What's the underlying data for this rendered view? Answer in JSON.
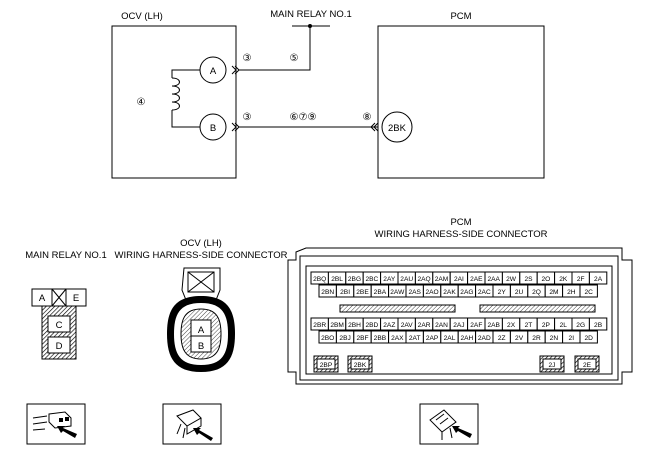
{
  "circuit": {
    "ocv_label": "OCV (LH)",
    "main_relay_label": "MAIN RELAY NO.1",
    "pcm_label": "PCM",
    "terminal_a": "A",
    "terminal_b": "B",
    "terminal_2bk": "2BK",
    "mark_a": "③",
    "mark_b": "③",
    "mark_relay": "⑤",
    "mark_coil": "④",
    "mark_wire_b": "⑥⑦⑨",
    "mark_pcm": "⑧"
  },
  "connectors": {
    "main_relay": {
      "title": "MAIN RELAY NO.1",
      "pins": [
        "A",
        "E",
        "C",
        "D"
      ]
    },
    "ocv": {
      "title1": "OCV (LH)",
      "title2": "WIRING HARNESS-SIDE CONNECTOR",
      "pins": [
        "A",
        "B"
      ]
    },
    "pcm": {
      "title1": "PCM",
      "title2": "WIRING HARNESS-SIDE CONNECTOR",
      "top_row1": [
        "2BQ",
        "2BL",
        "2BG",
        "2BC",
        "2AY",
        "2AU",
        "2AQ",
        "2AM",
        "2AI",
        "2AE",
        "2AA",
        "2W",
        "2S",
        "2O",
        "2K",
        "2F",
        "2A"
      ],
      "top_row2": [
        "2BN",
        "2BI",
        "2BE",
        "2BA",
        "2AW",
        "2AS",
        "2AO",
        "2AK",
        "2AG",
        "2AC",
        "2Y",
        "2U",
        "2Q",
        "2M",
        "2H",
        "2C"
      ],
      "bot_row1": [
        "2BR",
        "2BM",
        "2BH",
        "2BD",
        "2AZ",
        "2AV",
        "2AR",
        "2AN",
        "2AJ",
        "2AF",
        "2AB",
        "2X",
        "2T",
        "2P",
        "2L",
        "2G",
        "2B"
      ],
      "bot_row2": [
        "2BO",
        "2BJ",
        "2BF",
        "2BB",
        "2AX",
        "2AT",
        "2AP",
        "2AL",
        "2AH",
        "2AD",
        "2Z",
        "2V",
        "2R",
        "2N",
        "2I",
        "2D"
      ],
      "lower_pins": [
        "2BP",
        "2BK",
        "2J",
        "2E"
      ]
    }
  }
}
